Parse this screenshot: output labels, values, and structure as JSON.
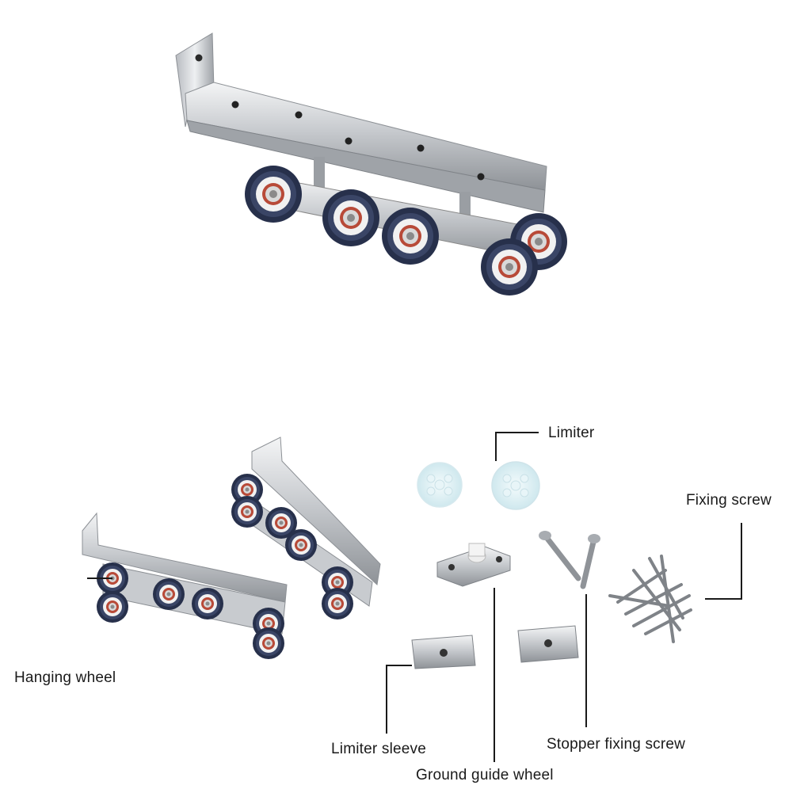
{
  "labels": {
    "limiter": "Limiter",
    "fixing_screw": "Fixing screw",
    "hanging_wheel": "Hanging wheel",
    "limiter_sleeve": "Limiter sleeve",
    "stopper_fixing_screw": "Stopper fixing screw",
    "ground_guide_wheel": "Ground guide wheel"
  },
  "colors": {
    "background": "#ffffff",
    "steel": "#c9ccd0",
    "wheel_outer": "#2a3350",
    "wheel_inner": "#f2f2f2",
    "bearing": "#9a3a2c",
    "leader_line": "#1a1a1a"
  }
}
